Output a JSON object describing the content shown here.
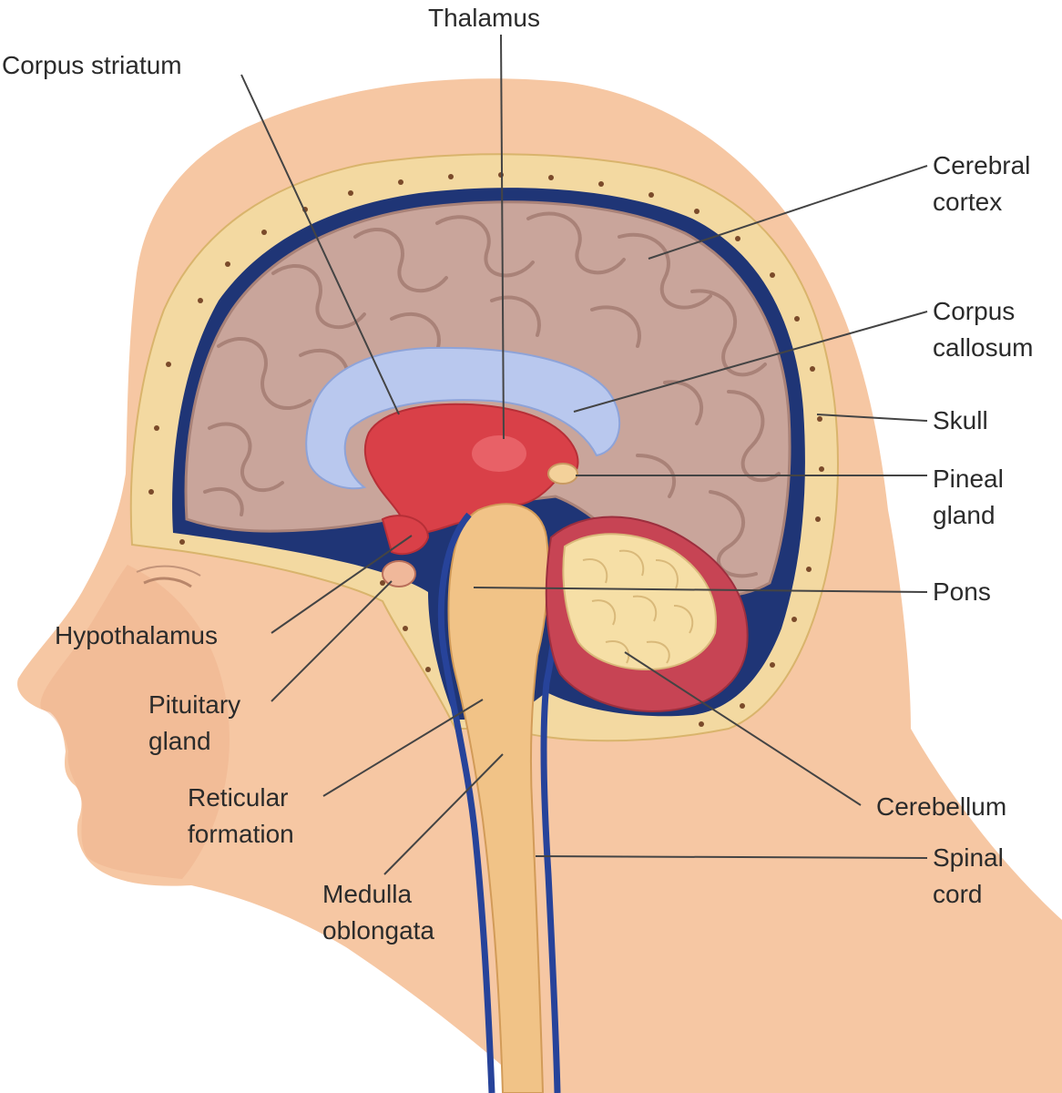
{
  "labels": {
    "thalamus": "Thalamus",
    "corpus_striatum": "Corpus striatum",
    "cerebral_cortex": [
      "Cerebral",
      "cortex"
    ],
    "corpus_callosum": [
      "Corpus",
      "callosum"
    ],
    "skull": "Skull",
    "pineal_gland": [
      "Pineal",
      "gland"
    ],
    "pons": "Pons",
    "hypothalamus": "Hypothalamus",
    "pituitary_gland": [
      "Pituitary",
      "gland"
    ],
    "reticular_formation": [
      "Reticular",
      "formation"
    ],
    "cerebellum": "Cerebellum",
    "spinal_cord": [
      "Spinal",
      "cord"
    ],
    "medulla_oblongata": [
      "Medulla",
      "oblongata"
    ]
  },
  "colors": {
    "skin": "#f6c7a3",
    "skin_shadow": "#eeb08a",
    "skull": "#f3d9a1",
    "dura": "#1f3576",
    "brain": "#c9a59b",
    "brain_fold": "#a98278",
    "callosum": "#b9c8ee",
    "diencephalon": "#d94048",
    "brainstem": "#f1c387",
    "cerebellum_cortex": "#c74454",
    "cerebellum_white": "#f6dfa6",
    "leader": "#444444"
  }
}
